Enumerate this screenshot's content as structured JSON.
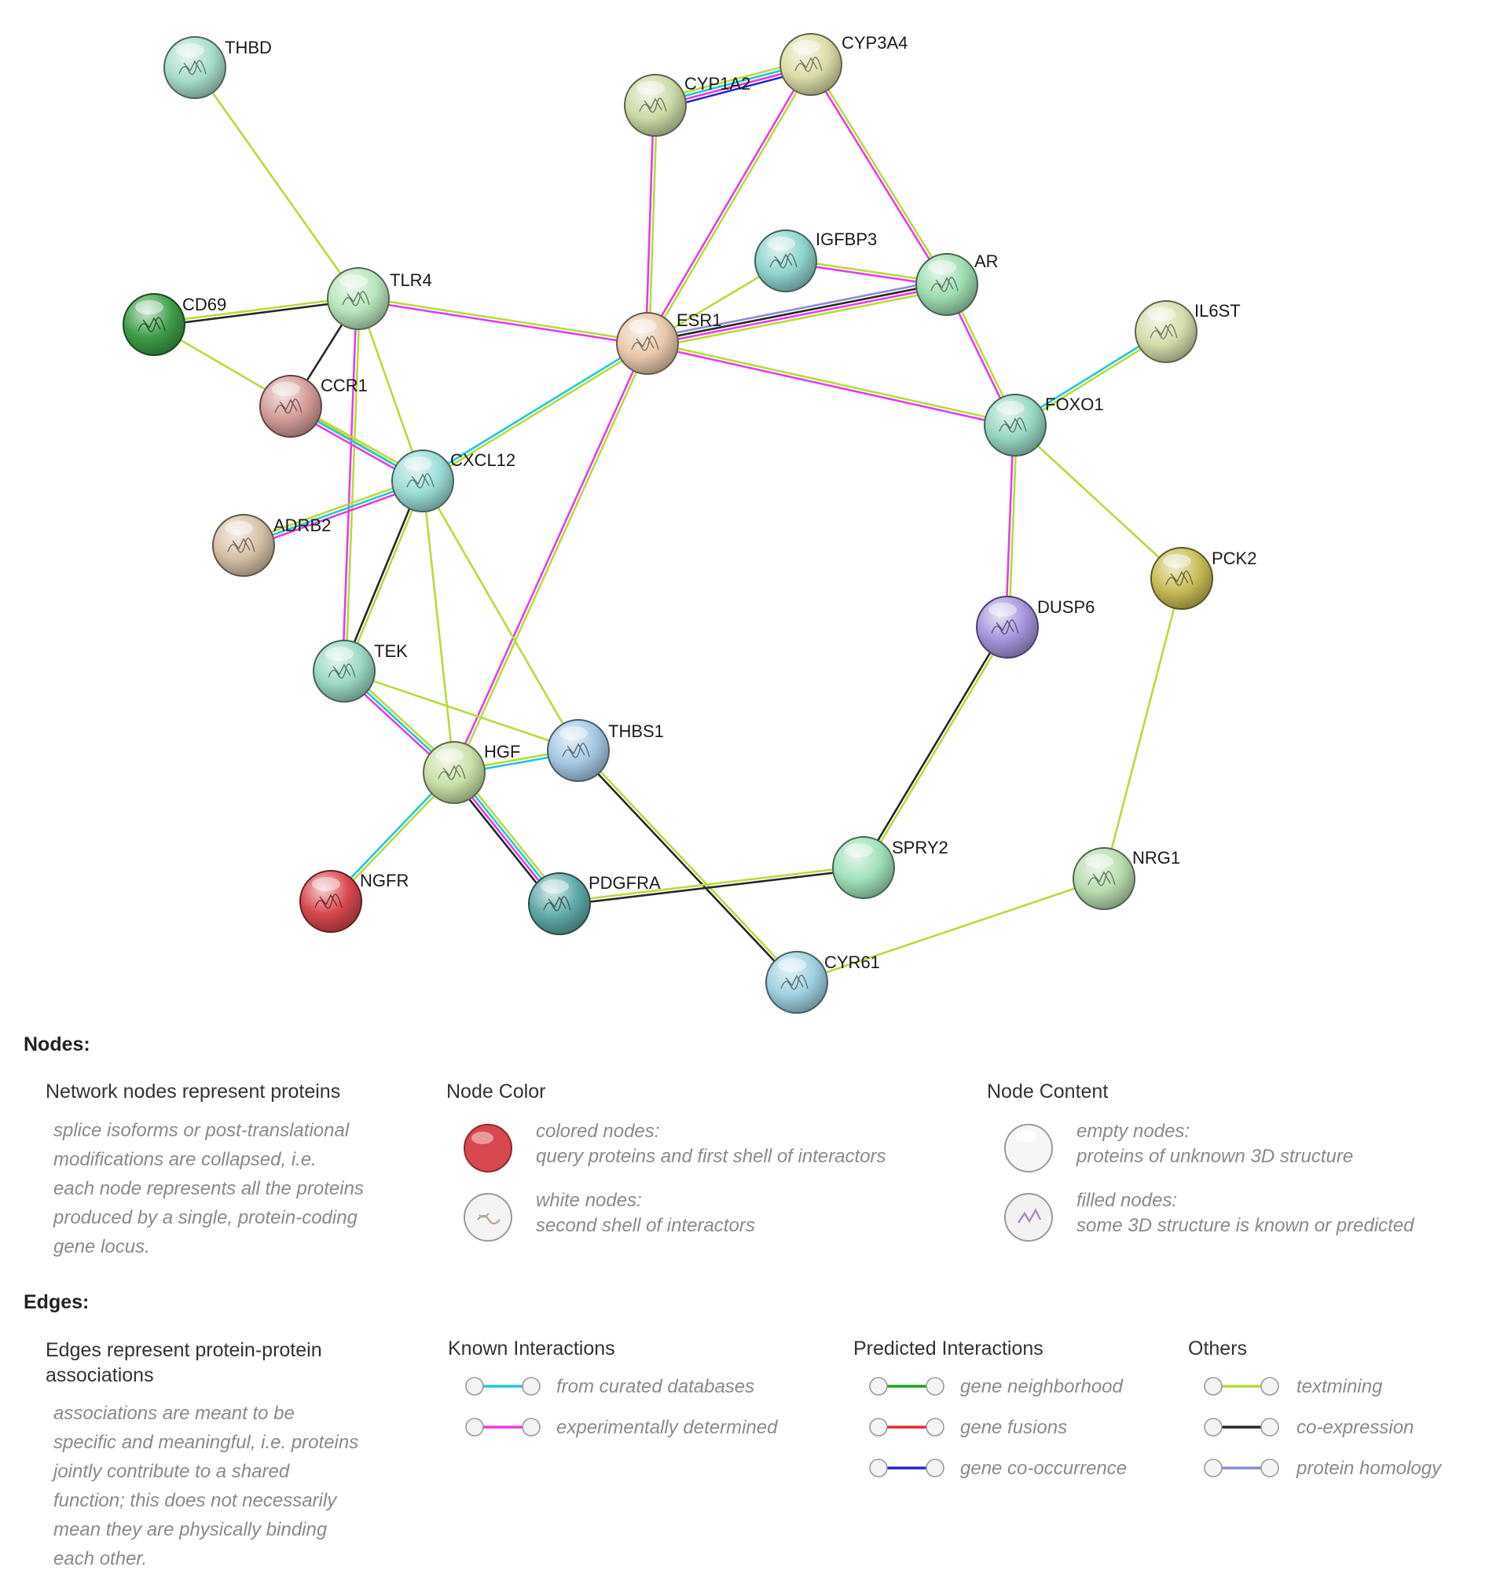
{
  "network": {
    "nodes": [
      {
        "id": "THBD",
        "label": "THBD",
        "color": "#a8dccb",
        "filled": true
      },
      {
        "id": "CYP3A4",
        "label": "CYP3A4",
        "color": "#dcdca8",
        "filled": true
      },
      {
        "id": "CYP1A2",
        "label": "CYP1A2",
        "color": "#cadaa6",
        "filled": true
      },
      {
        "id": "IGFBP3",
        "label": "IGFBP3",
        "color": "#8fd3cd",
        "filled": true
      },
      {
        "id": "AR",
        "label": "AR",
        "color": "#9edcb0",
        "filled": true
      },
      {
        "id": "TLR4",
        "label": "TLR4",
        "color": "#b8e4bc",
        "filled": true
      },
      {
        "id": "CD69",
        "label": "CD69",
        "color": "#3e9d48",
        "filled": true
      },
      {
        "id": "ESR1",
        "label": "ESR1",
        "color": "#e8c8aa",
        "filled": true
      },
      {
        "id": "IL6ST",
        "label": "IL6ST",
        "color": "#d6dcac",
        "filled": true
      },
      {
        "id": "CCR1",
        "label": "CCR1",
        "color": "#d49c98",
        "filled": true
      },
      {
        "id": "FOXO1",
        "label": "FOXO1",
        "color": "#98d6c4",
        "filled": true
      },
      {
        "id": "CXCL12",
        "label": "CXCL12",
        "color": "#9adcd6",
        "filled": true
      },
      {
        "id": "ADRB2",
        "label": "ADRB2",
        "color": "#d6c0a6",
        "filled": true
      },
      {
        "id": "PCK2",
        "label": "PCK2",
        "color": "#c8bc56",
        "filled": true
      },
      {
        "id": "DUSP6",
        "label": "DUSP6",
        "color": "#a694dc",
        "filled": true
      },
      {
        "id": "TEK",
        "label": "TEK",
        "color": "#9ad8c6",
        "filled": true
      },
      {
        "id": "THBS1",
        "label": "THBS1",
        "color": "#a4c8e4",
        "filled": true
      },
      {
        "id": "HGF",
        "label": "HGF",
        "color": "#c8e0a6",
        "filled": true
      },
      {
        "id": "SPRY2",
        "label": "SPRY2",
        "color": "#9ee0b8",
        "filled": false
      },
      {
        "id": "NRG1",
        "label": "NRG1",
        "color": "#b8dcb0",
        "filled": true
      },
      {
        "id": "NGFR",
        "label": "NGFR",
        "color": "#d8484e",
        "filled": true
      },
      {
        "id": "PDGFRA",
        "label": "PDGFRA",
        "color": "#5eaaa8",
        "filled": true
      },
      {
        "id": "CYR61",
        "label": "CYR61",
        "color": "#9ed0e0",
        "filled": true
      }
    ],
    "edges": [
      {
        "source": "THBD",
        "target": "TLR4",
        "types": [
          "textmining"
        ]
      },
      {
        "source": "CYP1A2",
        "target": "CYP3A4",
        "types": [
          "textmining",
          "curated",
          "experimental",
          "cooccurrence"
        ]
      },
      {
        "source": "CYP1A2",
        "target": "ESR1",
        "types": [
          "textmining",
          "experimental"
        ]
      },
      {
        "source": "CYP3A4",
        "target": "ESR1",
        "types": [
          "textmining",
          "experimental"
        ]
      },
      {
        "source": "CYP3A4",
        "target": "AR",
        "types": [
          "textmining",
          "experimental"
        ]
      },
      {
        "source": "IGFBP3",
        "target": "AR",
        "types": [
          "textmining",
          "experimental"
        ]
      },
      {
        "source": "IGFBP3",
        "target": "ESR1",
        "types": [
          "textmining"
        ]
      },
      {
        "source": "AR",
        "target": "ESR1",
        "types": [
          "textmining",
          "experimental",
          "coexpression",
          "homology"
        ]
      },
      {
        "source": "AR",
        "target": "FOXO1",
        "types": [
          "textmining",
          "experimental"
        ]
      },
      {
        "source": "IL6ST",
        "target": "FOXO1",
        "types": [
          "textmining",
          "curated"
        ]
      },
      {
        "source": "ESR1",
        "target": "FOXO1",
        "types": [
          "textmining",
          "experimental"
        ]
      },
      {
        "source": "TLR4",
        "target": "ESR1",
        "types": [
          "textmining",
          "experimental"
        ]
      },
      {
        "source": "CD69",
        "target": "TLR4",
        "types": [
          "textmining",
          "coexpression"
        ]
      },
      {
        "source": "CD69",
        "target": "CXCL12",
        "types": [
          "textmining"
        ]
      },
      {
        "source": "TLR4",
        "target": "CCR1",
        "types": [
          "coexpression"
        ]
      },
      {
        "source": "TLR4",
        "target": "CXCL12",
        "types": [
          "textmining"
        ]
      },
      {
        "source": "TLR4",
        "target": "TEK",
        "types": [
          "textmining",
          "experimental"
        ]
      },
      {
        "source": "CCR1",
        "target": "CXCL12",
        "types": [
          "textmining",
          "curated",
          "experimental"
        ]
      },
      {
        "source": "ESR1",
        "target": "CXCL12",
        "types": [
          "textmining",
          "curated"
        ]
      },
      {
        "source": "ESR1",
        "target": "HGF",
        "types": [
          "textmining",
          "experimental"
        ]
      },
      {
        "source": "ADRB2",
        "target": "CXCL12",
        "types": [
          "textmining",
          "curated",
          "experimental"
        ]
      },
      {
        "source": "CXCL12",
        "target": "TEK",
        "types": [
          "textmining",
          "coexpression"
        ]
      },
      {
        "source": "CXCL12",
        "target": "HGF",
        "types": [
          "textmining"
        ]
      },
      {
        "source": "CXCL12",
        "target": "THBS1",
        "types": [
          "textmining"
        ]
      },
      {
        "source": "FOXO1",
        "target": "DUSP6",
        "types": [
          "textmining",
          "experimental"
        ]
      },
      {
        "source": "FOXO1",
        "target": "PCK2",
        "types": [
          "textmining"
        ]
      },
      {
        "source": "PCK2",
        "target": "NRG1",
        "types": [
          "textmining"
        ]
      },
      {
        "source": "DUSP6",
        "target": "SPRY2",
        "types": [
          "textmining",
          "coexpression"
        ]
      },
      {
        "source": "TEK",
        "target": "HGF",
        "types": [
          "textmining",
          "curated",
          "experimental"
        ]
      },
      {
        "source": "TEK",
        "target": "THBS1",
        "types": [
          "textmining"
        ]
      },
      {
        "source": "HGF",
        "target": "THBS1",
        "types": [
          "textmining",
          "curated"
        ]
      },
      {
        "source": "HGF",
        "target": "NGFR",
        "types": [
          "textmining",
          "curated"
        ]
      },
      {
        "source": "HGF",
        "target": "PDGFRA",
        "types": [
          "textmining",
          "curated",
          "experimental",
          "coexpression"
        ]
      },
      {
        "source": "THBS1",
        "target": "CYR61",
        "types": [
          "textmining",
          "coexpression"
        ]
      },
      {
        "source": "PDGFRA",
        "target": "SPRY2",
        "types": [
          "textmining",
          "coexpression"
        ]
      },
      {
        "source": "NRG1",
        "target": "CYR61",
        "types": [
          "textmining"
        ]
      }
    ]
  },
  "edge_colors": {
    "curated": "#22c8d6",
    "experimental": "#e63ce6",
    "neighborhood": "#1ea01e",
    "fusion": "#e62828",
    "cooccurrence": "#2828d2",
    "textmining": "#b6dc3c",
    "coexpression": "#282828",
    "homology": "#8c8cd2"
  },
  "legend": {
    "nodes_title": "Nodes:",
    "network_nodes": {
      "title": "Network nodes represent proteins",
      "lines": [
        "splice isoforms or post-translational",
        "modifications are collapsed, i.e.",
        "each node represents all the proteins",
        "produced by a single, protein-coding",
        "gene locus."
      ]
    },
    "node_color": {
      "title": "Node Color",
      "colored_line1": "colored nodes:",
      "colored_line2": "query proteins and first shell of interactors",
      "white_line1": "white nodes:",
      "white_line2": "second shell of interactors"
    },
    "node_content": {
      "title": "Node Content",
      "empty_line1": "empty nodes:",
      "empty_line2": "proteins of unknown 3D structure",
      "filled_line1": "filled nodes:",
      "filled_line2": "some 3D structure is known or predicted"
    },
    "edges_title": "Edges:",
    "edges_desc": {
      "title_line1": "Edges represent protein-protein",
      "title_line2": "associations",
      "lines": [
        "associations are meant to be",
        "specific and meaningful, i.e. proteins",
        "jointly contribute to a shared",
        "function; this does not necessarily",
        "mean they are physically binding",
        "each other."
      ]
    },
    "known": {
      "title": "Known Interactions",
      "curated": "from curated databases",
      "experimental": "experimentally determined"
    },
    "predicted": {
      "title": "Predicted Interactions",
      "neighborhood": "gene neighborhood",
      "fusion": "gene fusions",
      "cooccurrence": "gene co-occurrence"
    },
    "others": {
      "title": "Others",
      "textmining": "textmining",
      "coexpression": "co-expression",
      "homology": "protein homology"
    }
  }
}
